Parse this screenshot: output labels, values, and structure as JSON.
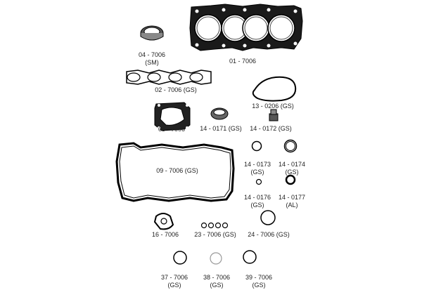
{
  "parts": {
    "p04": {
      "code": "04 - 7006",
      "note": "(SM)"
    },
    "p01": {
      "code": "01 - 7006"
    },
    "p02": {
      "code": "02 - 7006 (GS)"
    },
    "p13": {
      "code": "13 - 0206 (GS)"
    },
    "p03": {
      "code": "03 - 7006"
    },
    "p14_0171": {
      "code": "14 - 0171 (GS)"
    },
    "p14_0172": {
      "code": "14 - 0172 (GS)"
    },
    "p14_0173": {
      "code": "14 - 0173",
      "note": "(GS)"
    },
    "p14_0174": {
      "code": "14 - 0174",
      "note": "(GS)"
    },
    "p09": {
      "code": "09 - 7006 (GS)"
    },
    "p14_0176": {
      "code": "14 - 0176",
      "note": "(GS)"
    },
    "p14_0177": {
      "code": "14 - 0177",
      "note": "(AL)"
    },
    "p16": {
      "code": "16 - 7006"
    },
    "p23": {
      "code": "23 - 7006 (GS)"
    },
    "p24": {
      "code": "24 - 7006 (GS)"
    },
    "p37": {
      "code": "37 - 7006",
      "note": "(GS)"
    },
    "p38": {
      "code": "38 - 7006",
      "note": "(GS)"
    },
    "p39": {
      "code": "39 - 7006",
      "note": "(GS)"
    }
  }
}
